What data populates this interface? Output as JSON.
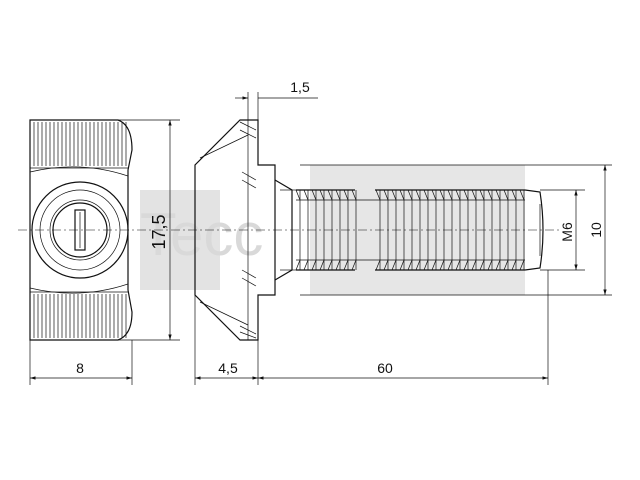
{
  "watermark": {
    "text": "Tecc",
    "block_color": "#dcdcdc"
  },
  "dimensions": {
    "width": "8",
    "height": "17,5",
    "head_flange": "1,5",
    "head_length": "4,5",
    "shaft_length": "60",
    "thread": "M6",
    "shaft_outer": "10"
  },
  "colors": {
    "line": "#111111",
    "watermark": "#d9d9d9"
  }
}
